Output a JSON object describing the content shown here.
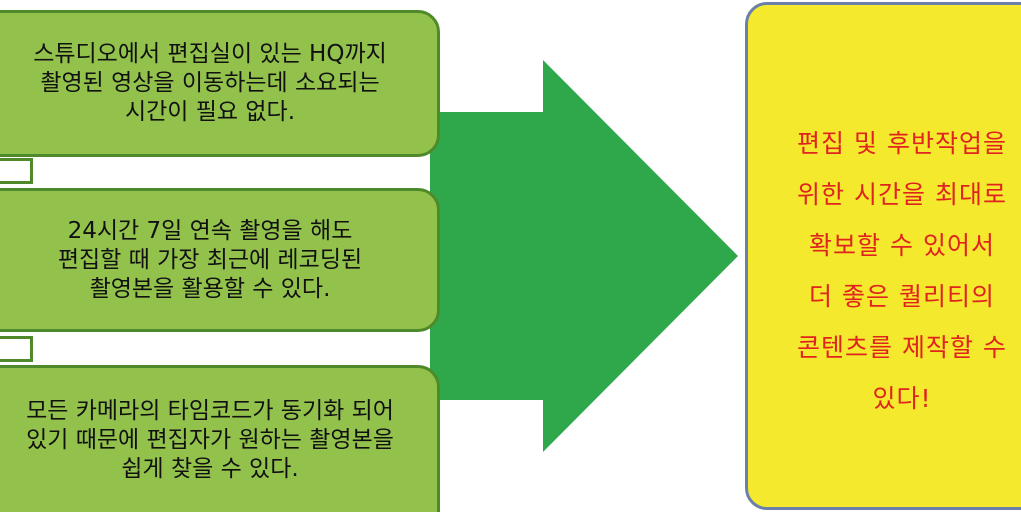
{
  "benefits": [
    {
      "text": "스튜디오에서 편집실이 있는 HQ까지\n촬영된 영상을 이동하는데 소요되는\n시간이 필요 없다."
    },
    {
      "text": "24시간 7일 연속 촬영을 해도\n편집할 때 가장 최근에 레코딩된\n촬영본을 활용할 수 있다."
    },
    {
      "text": "모든 카메라의 타임코드가 동기화 되어\n있기 때문에 편집자가 원하는 촬영본을\n쉽게 찾을 수 있다."
    }
  ],
  "result": {
    "text": "편집 및 후반작업을\n위한 시간을 최대로\n확보할 수 있어서\n더 좋은 퀄리티의\n콘텐츠를 제작할 수\n있다!"
  },
  "colors": {
    "box_fill": "#92c24c",
    "box_border": "#4f8a2a",
    "arrow": "#2ea84a",
    "result_fill": "#f4e92c",
    "result_border": "#6c7fa8",
    "result_text": "#e0231f"
  }
}
